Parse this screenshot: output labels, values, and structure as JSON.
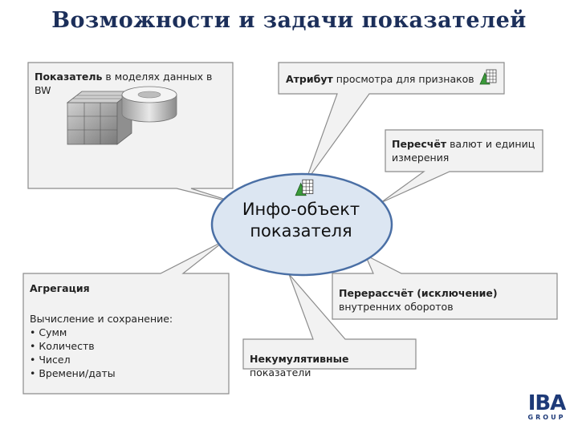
{
  "title": "Возможности и задачи показателей",
  "ellipse": {
    "line1": "Инфо-объект",
    "line2": "показателя"
  },
  "callouts": {
    "models": {
      "bold": "Показатель",
      "text": " в моделях данных в BW"
    },
    "attribute": {
      "bold": "Атрибут",
      "text": " просмотра для признаков"
    },
    "currency": {
      "bold": "Пересчёт",
      "text": " валют и единиц измерения"
    },
    "aggregation": {
      "heading": "Агрегация",
      "subheading": "Вычисление и сохранение:",
      "items": [
        "Сумм",
        "Количеств",
        "Чисел",
        "Времени/даты"
      ]
    },
    "recalc": {
      "bold": "Перерассчёт (исключение)",
      "text": " внутренних оборотов"
    },
    "noncumulative": {
      "bold": "Некумулятивные",
      "text": " показатели"
    }
  },
  "logo": {
    "main": "IBA",
    "sub": "GROUP"
  },
  "colors": {
    "title": "#1c2f5a",
    "ellipse_fill": "#dce6f2",
    "ellipse_stroke": "#4a6fa5",
    "callout_fill": "#f2f2f2",
    "callout_stroke": "#8c8c8c",
    "logo": "#1e3a78"
  },
  "icons": [
    "data-cube-icon",
    "database-cylinder-icon",
    "keyfigure-grid-icon"
  ]
}
